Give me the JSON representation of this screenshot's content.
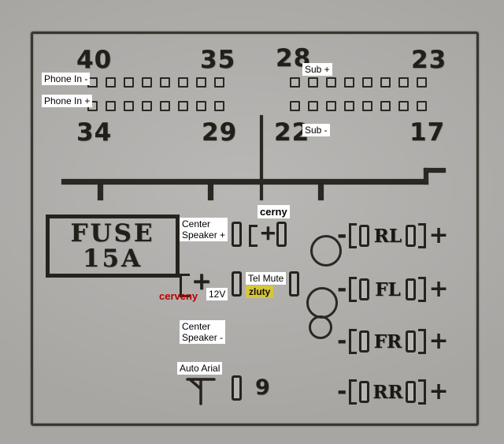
{
  "connector": {
    "top_pin_numbers": [
      "40",
      "35",
      "28",
      "23"
    ],
    "bottom_pin_numbers": [
      "34",
      "29",
      "22",
      "17"
    ]
  },
  "labels": {
    "phone_in_minus": "Phone In -",
    "phone_in_plus": "Phone In +",
    "sub_plus": "Sub +",
    "sub_minus": "Sub -",
    "cerny": "cerny",
    "cerveny": "cerveny",
    "twelve_volt": "12V",
    "tel_mute": "Tel Mute",
    "zluty": "zluty",
    "center_line1": "Center",
    "center_plus_line2": "Speaker +",
    "center_minus_line2": "Speaker -",
    "auto_arial": "Auto Arial"
  },
  "fuse": {
    "line1": "FUSE",
    "line2": "15A"
  },
  "glyphs": {
    "plus": "+",
    "minus": "-",
    "nine": "9"
  },
  "speakers": [
    {
      "minus": "-",
      "label": "RL",
      "plus": "+"
    },
    {
      "minus": "-",
      "label": "FL",
      "plus": "+"
    },
    {
      "minus": "-",
      "label": "FR",
      "plus": "+"
    },
    {
      "minus": "-",
      "label": "RR",
      "plus": "+"
    }
  ],
  "colors": {
    "ink": "#2b2722",
    "label_bg": "#ffffff",
    "red_text": "#b80000",
    "yellow_highlight": "#d7c53d",
    "photo_gray": "#a8a6a3"
  }
}
